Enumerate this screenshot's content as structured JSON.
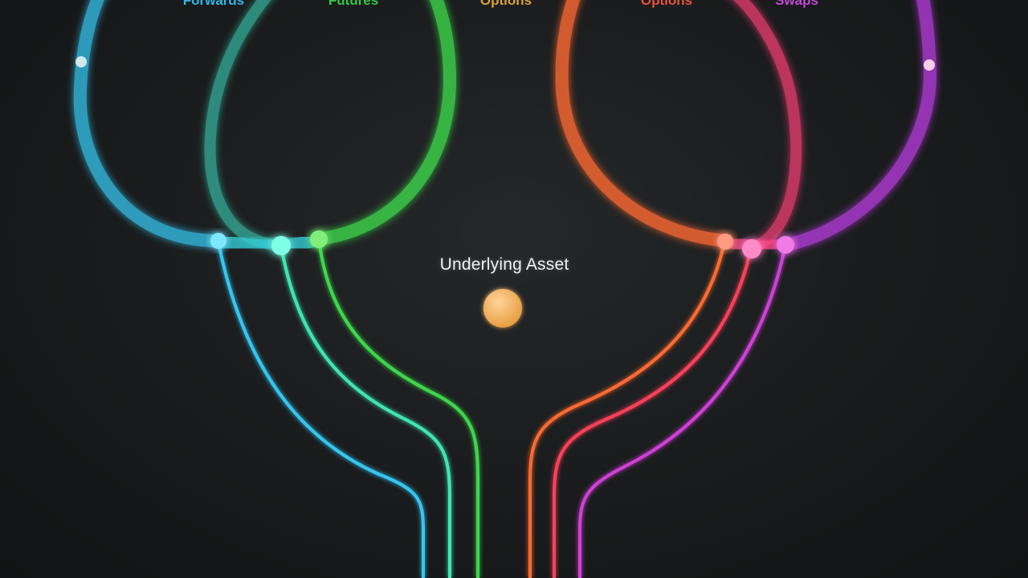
{
  "diagram": {
    "center_label": "Underlying Asset",
    "top_labels": [
      {
        "text": "Forwards",
        "color": "#2fb6e6"
      },
      {
        "text": "Futures",
        "color": "#33c74a"
      },
      {
        "text": "Options",
        "color": "#d9a23a"
      },
      {
        "text": "Options",
        "color": "#e8533c"
      },
      {
        "text": "Swaps",
        "color": "#c04ad6"
      }
    ]
  },
  "colors": {
    "background": "#1b1d1e",
    "cyan": "#36c6f0",
    "teal": "#3fe6c8",
    "green": "#3ed84b",
    "amber": "#f5a23a",
    "orange": "#ff6a30",
    "red": "#ff3f5a",
    "magenta": "#e040d0",
    "purple": "#b23ad8",
    "asset_node": "#f0b45a"
  }
}
